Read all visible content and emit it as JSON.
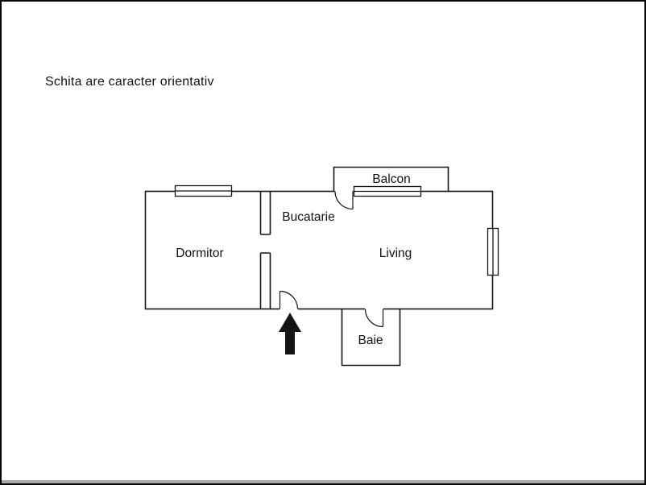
{
  "page": {
    "title": "Schita are caracter orientativ"
  },
  "floorplan": {
    "rooms": {
      "dormitor": "Dormitor",
      "bucatarie": "Bucatarie",
      "living": "Living",
      "balcon": "Balcon",
      "baie": "Baie"
    },
    "entrance": {
      "arrow_direction": "up"
    }
  },
  "colors": {
    "line": "#151515",
    "background": "#ffffff"
  }
}
